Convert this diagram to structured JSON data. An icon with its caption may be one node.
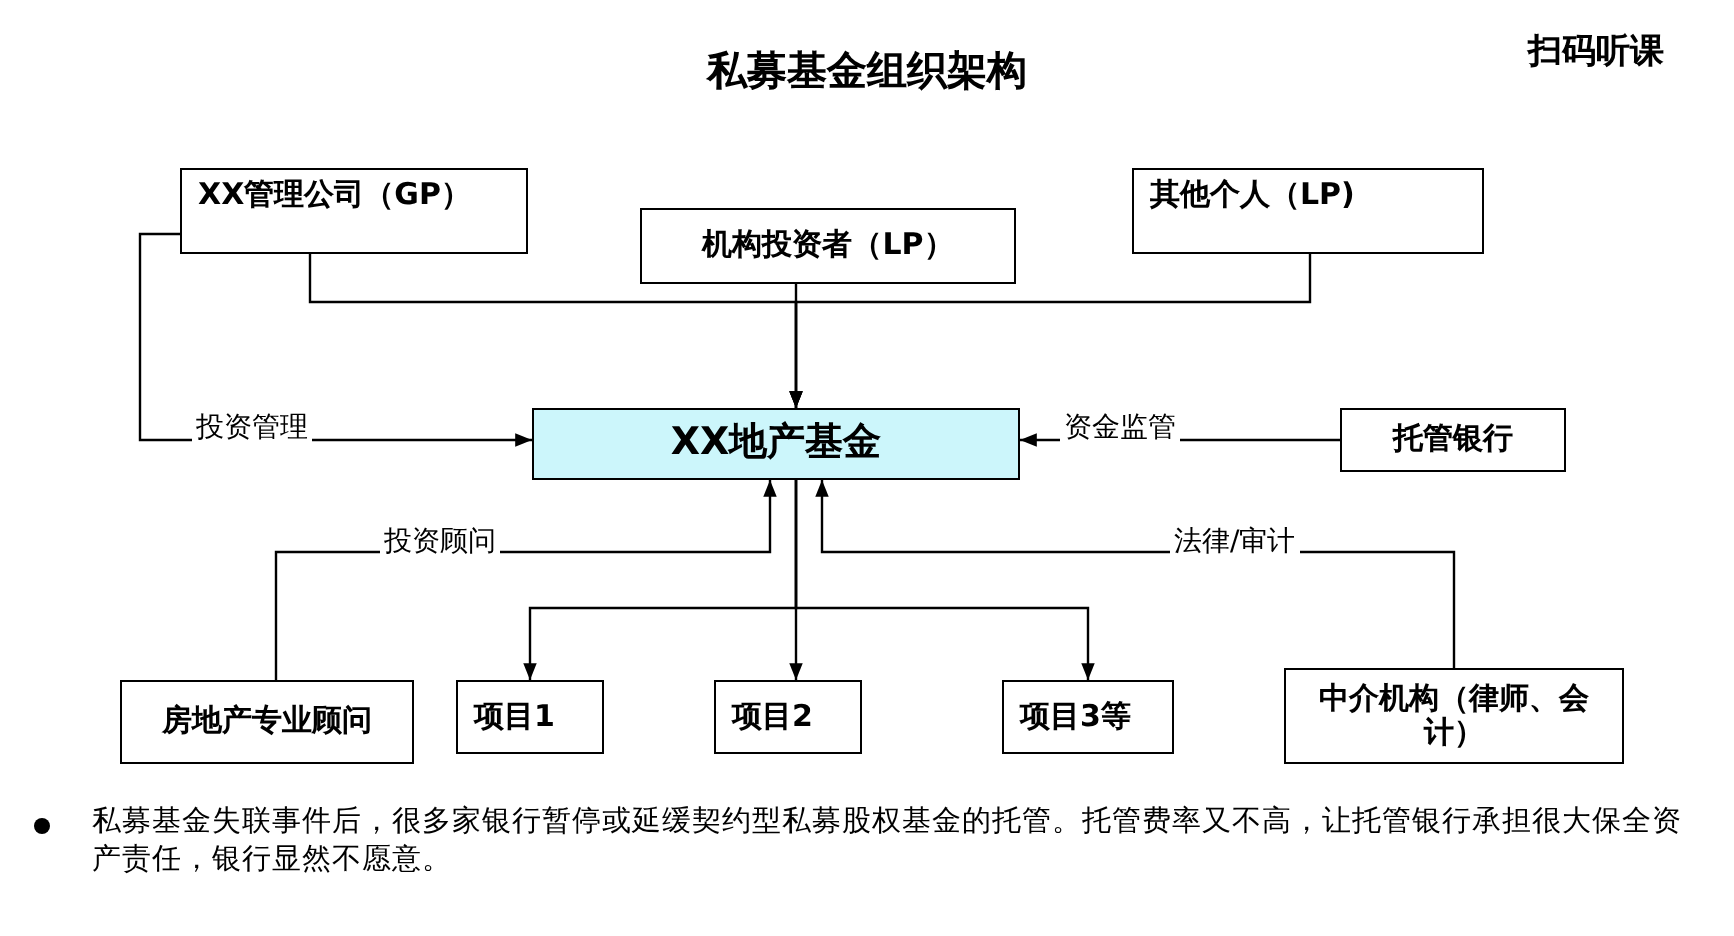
{
  "diagram": {
    "title": "私募基金组织架构",
    "nodes": [
      {
        "text": [
          "XX管理公司（GP）"
        ]
      },
      {
        "text": [
          "机构投资者（LP）"
        ]
      },
      {
        "text": [
          "其他个人（LP)"
        ]
      },
      {
        "text": [
          "XX地产基金"
        ]
      },
      {
        "text": [
          "托管银行"
        ]
      },
      {
        "text": [
          "房地产专业顾问"
        ]
      },
      {
        "text": [
          "项目1"
        ]
      },
      {
        "text": [
          "项目2"
        ]
      },
      {
        "text": [
          "项目3等"
        ]
      },
      {
        "text": [
          "中介机构（律师、会计）"
        ]
      }
    ],
    "edges": [
      {
        "from": 0,
        "to": 3,
        "arrow": "to",
        "label": "投资管理"
      },
      {
        "from": 0,
        "to": 3,
        "arrow": "to"
      },
      {
        "from": 1,
        "to": 3,
        "arrow": "to"
      },
      {
        "from": 2,
        "to": 3,
        "arrow": "to"
      },
      {
        "from": 4,
        "to": 3,
        "arrow": "to",
        "label": "资金监管"
      },
      {
        "from": 5,
        "to": 3,
        "arrow": "to",
        "label": "投资顾问"
      },
      {
        "from": 9,
        "to": 3,
        "arrow": "to",
        "label": "法律/审计"
      },
      {
        "from": 3,
        "to": 6,
        "arrow": "to"
      },
      {
        "from": 3,
        "to": 7,
        "arrow": "to"
      },
      {
        "from": 3,
        "to": 8,
        "arrow": "to"
      }
    ],
    "labels": [
      "扫码听课",
      "私募基金失联事件后，很多家银行暂停或延缓契约型私募股权基金的托管。托管费率又不高，让托管银行承担很大保全资产责任，银行显然不愿意。"
    ]
  }
}
